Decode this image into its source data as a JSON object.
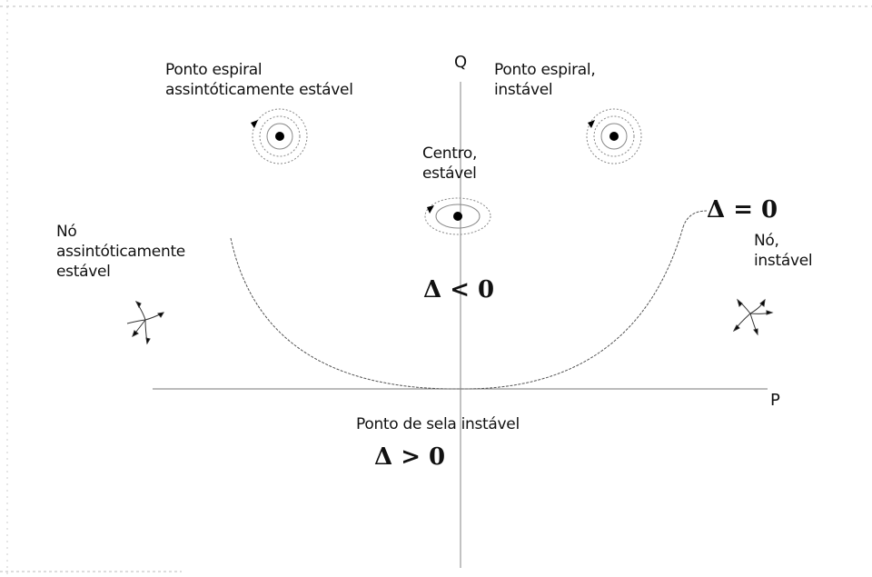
{
  "axes": {
    "q_label": "Q",
    "p_label": "P"
  },
  "regions": {
    "discriminant_zero": "Δ = 0",
    "discriminant_negative": "Δ < 0",
    "discriminant_positive": "Δ > 0"
  },
  "points": {
    "stable_spiral": {
      "line1": "Ponto espiral",
      "line2": "assintóticamente estável"
    },
    "unstable_spiral": {
      "line1": "Ponto espiral,",
      "line2": "instável"
    },
    "center": {
      "line1": "Centro,",
      "line2": "estável"
    },
    "stable_node": {
      "line1": "Nó",
      "line2": "assintóticamente",
      "line3": "estável"
    },
    "unstable_node": {
      "line1": "Nó,",
      "line2": "instável"
    },
    "saddle": {
      "line1": "Ponto de sela instável"
    }
  }
}
